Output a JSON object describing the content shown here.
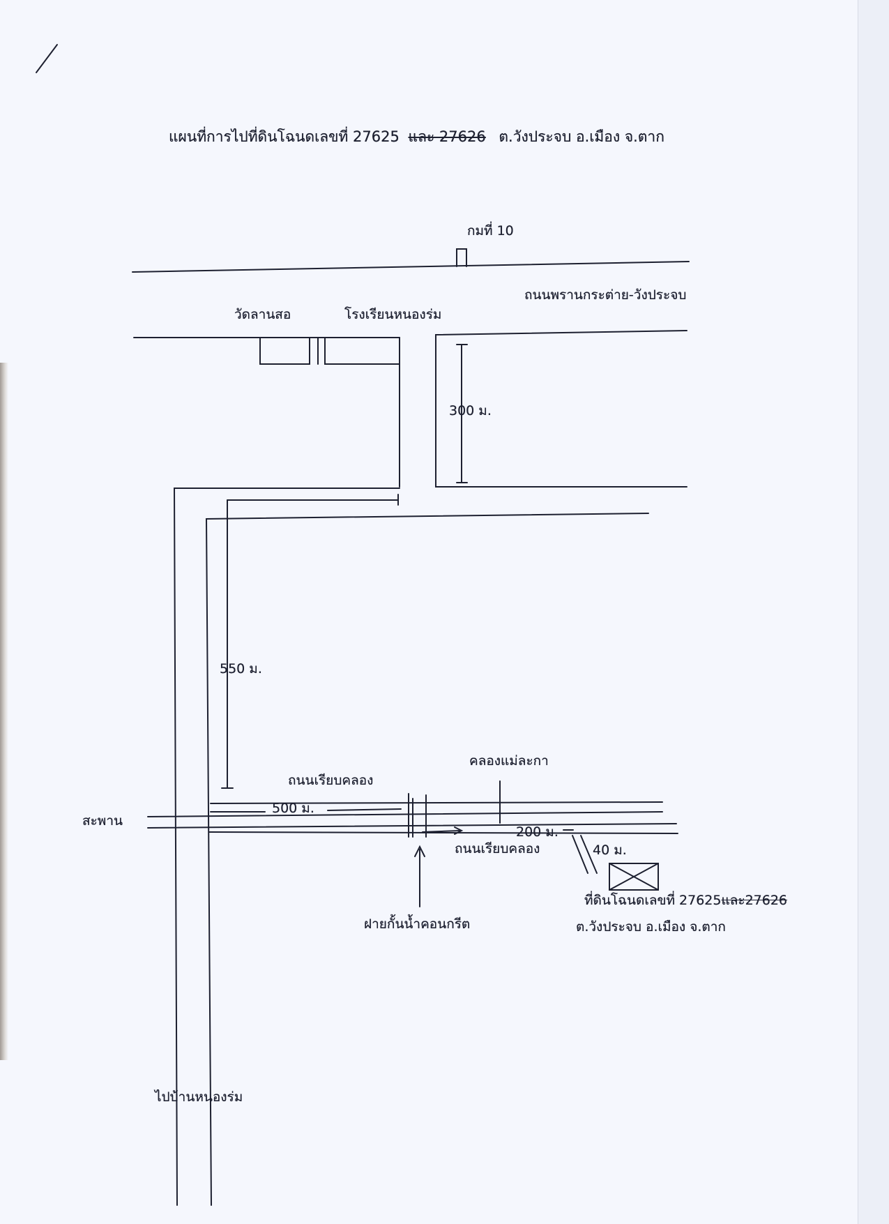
{
  "map": {
    "title": {
      "prefix": "แผนที่การไปที่ดินโฉนดเลขที่ 27625",
      "struck": "และ 27626",
      "suffix": "ต.วังประจบ อ.เมือง จ.ตาก"
    },
    "labels": {
      "km_marker": "กมที่ 10",
      "main_road": "ถนนพรานกระต่าย-วังประจบ",
      "temple": "วัดลานสอ",
      "school": "โรงเรียนหนองร่ม",
      "dist_300": "300 ม.",
      "dist_550": "550 ม.",
      "canal_road_north": "ถนนเรียบคลอง",
      "dist_500": "500 ม.",
      "canal": "คลองแม่ละกา",
      "bridge": "สะพาน",
      "dist_200": "200 ม.",
      "canal_road_south": "ถนนเรียบคลอง",
      "dist_40": "40 ม.",
      "weir": "ฝายกั้นน้ำคอนกรีต",
      "to_village": "ไปบ้านหนองร่ม"
    },
    "parcel": {
      "prefix": "ที่ดินโฉนดเลขที่ 27625",
      "struck": "และ27626",
      "line2": "ต.วังประจบ อ.เมือง จ.ตาก"
    }
  },
  "colors": {
    "paper": "#f5f7fd",
    "ink": "#1d2030"
  }
}
